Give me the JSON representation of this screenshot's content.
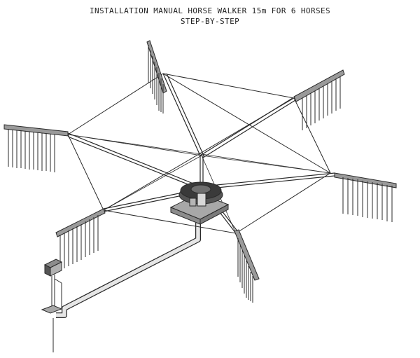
{
  "header": {
    "title": "INSTALLATION MANUAL HORSE WALKER 15m FOR 6 HORSES",
    "subtitle": "STEP-BY-STEP"
  },
  "colors": {
    "line": "#2a2a2a",
    "panel": "#9a9a9a",
    "pipe": "#e6e6e6",
    "base": "#a8a8a8",
    "hub": "#3a3a3a",
    "background": "#ffffff"
  },
  "diagram": {
    "arm_count": 6,
    "components": [
      "center-hub",
      "base-plate",
      "radial-arms",
      "outer-cables",
      "hanging-gates",
      "cable-conduit",
      "control-box",
      "control-post"
    ]
  }
}
